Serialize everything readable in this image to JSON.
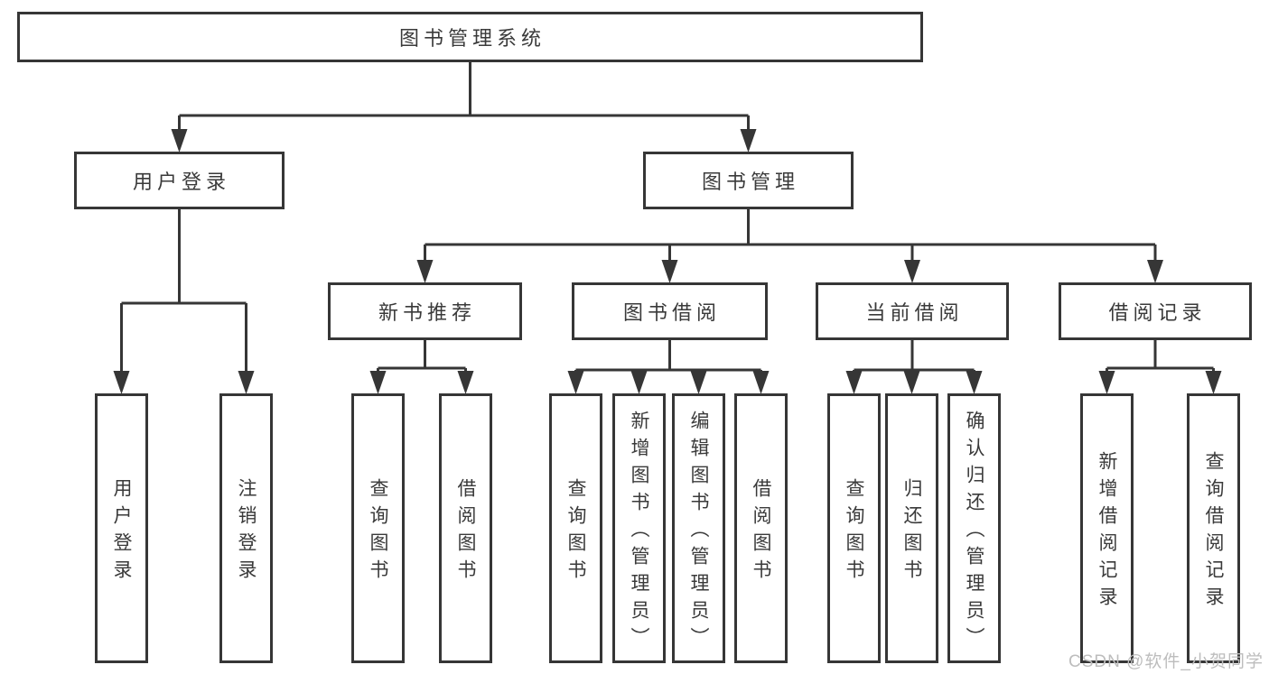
{
  "diagram": {
    "title": "图书管理系统",
    "nodes": [
      {
        "id": "root",
        "label": "图书管理系统",
        "children": [
          "user-login",
          "book-mgmt"
        ]
      },
      {
        "id": "user-login",
        "label": "用户登录",
        "children": [
          "v-user-login",
          "v-logout"
        ]
      },
      {
        "id": "book-mgmt",
        "label": "图书管理",
        "children": [
          "new-book-rec",
          "book-borrow",
          "current-borrow",
          "borrow-records"
        ]
      },
      {
        "id": "new-book-rec",
        "label": "新书推荐",
        "children": [
          "v-query-book-1",
          "v-borrow-book-1"
        ]
      },
      {
        "id": "book-borrow",
        "label": "图书借阅",
        "children": [
          "v-query-book-2",
          "v-add-book",
          "v-edit-book",
          "v-borrow-book-2"
        ]
      },
      {
        "id": "current-borrow",
        "label": "当前借阅",
        "children": [
          "v-query-book-3",
          "v-return-book",
          "v-confirm-return"
        ]
      },
      {
        "id": "borrow-records",
        "label": "借阅记录",
        "children": [
          "v-add-borrow-record",
          "v-query-borrow-record"
        ]
      },
      {
        "id": "v-user-login",
        "label": "用户登录"
      },
      {
        "id": "v-logout",
        "label": "注销登录"
      },
      {
        "id": "v-query-book-1",
        "label": "查询图书"
      },
      {
        "id": "v-borrow-book-1",
        "label": "借阅图书"
      },
      {
        "id": "v-query-book-2",
        "label": "查询图书"
      },
      {
        "id": "v-add-book",
        "label": "新增图书（管理员）"
      },
      {
        "id": "v-edit-book",
        "label": "编辑图书（管理员）"
      },
      {
        "id": "v-borrow-book-2",
        "label": "借阅图书"
      },
      {
        "id": "v-query-book-3",
        "label": "查询图书"
      },
      {
        "id": "v-return-book",
        "label": "归还图书"
      },
      {
        "id": "v-confirm-return",
        "label": "确认归还（管理员）"
      },
      {
        "id": "v-add-borrow-record",
        "label": "新增借阅记录"
      },
      {
        "id": "v-query-borrow-record",
        "label": "查询借阅记录"
      }
    ]
  },
  "watermark": {
    "text": "CSDN @软件_小贺同学"
  },
  "colors": {
    "background": "#ffffff",
    "box_fill": "#ffffff",
    "box_border": "#363636",
    "line": "#363636",
    "text": "#3a3a3a",
    "watermark": "#bdbdbd"
  }
}
